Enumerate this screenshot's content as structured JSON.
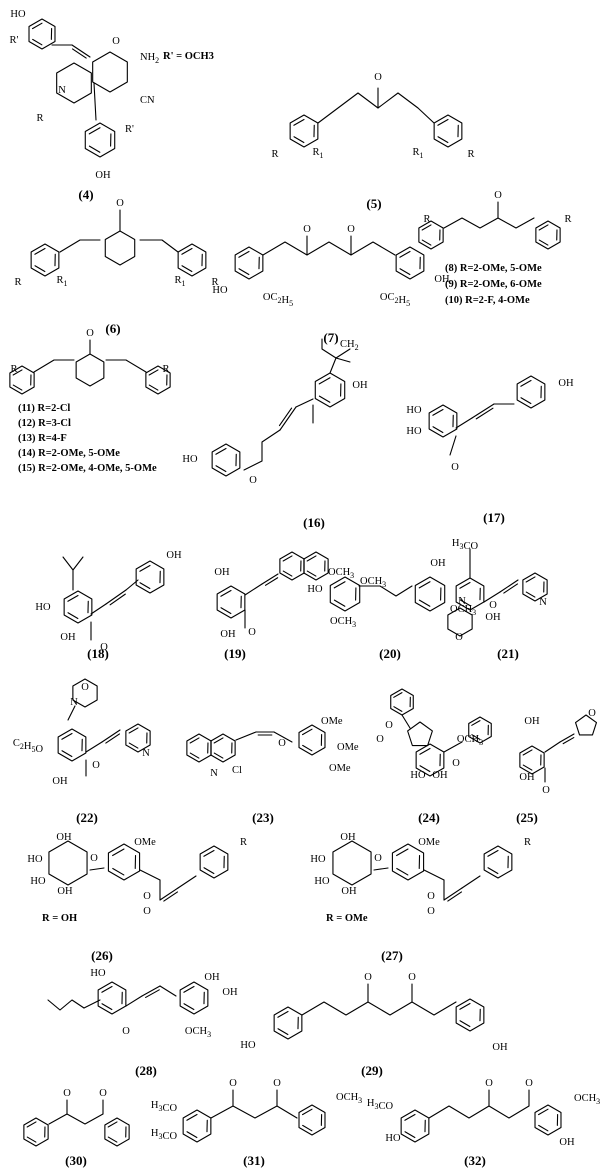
{
  "figure": {
    "compounds": [
      {
        "id": "(4)",
        "note": "R' = OCH3",
        "atoms": [
          "HO",
          "R'",
          "N",
          "R",
          "NH2",
          "O",
          "CN",
          "R'",
          "OH"
        ]
      },
      {
        "id": "(5)",
        "atoms": [
          "O",
          "R",
          "R1",
          "R1",
          "R"
        ]
      },
      {
        "id": "(6)",
        "atoms": [
          "O",
          "R",
          "R1",
          "R1",
          "R"
        ]
      },
      {
        "id": "(7)",
        "atoms": [
          "O",
          "O",
          "HO",
          "OC2H5",
          "OC2H5",
          "OH"
        ]
      },
      {
        "id": "(8)-(10)",
        "atoms": [
          "O",
          "R",
          "R"
        ],
        "variants": [
          "(8) R=2-OMe, 5-OMe",
          "(9) R=2-OMe, 6-OMe",
          "(10) R=2-F, 4-OMe"
        ]
      },
      {
        "id": "(11)-(15)",
        "atoms": [
          "O",
          "R",
          "R"
        ],
        "variants": [
          "(11) R=2-Cl",
          "(12) R=3-Cl",
          "(13) R=4-F",
          "(14) R=2-OMe, 5-OMe",
          "(15) R=2-OMe, 4-OMe, 5-OMe"
        ]
      },
      {
        "id": "(16)",
        "atoms": [
          "CH2",
          "HO",
          "OH",
          "O"
        ]
      },
      {
        "id": "(17)",
        "atoms": [
          "HO",
          "HO",
          "O",
          "OH"
        ]
      },
      {
        "id": "(18)",
        "atoms": [
          "HO",
          "OH",
          "O",
          "OH"
        ]
      },
      {
        "id": "(19)",
        "atoms": [
          "OH",
          "OH",
          "O"
        ]
      },
      {
        "id": "(20)",
        "atoms": [
          "HO",
          "OCH3",
          "OCH3",
          "OCH3",
          "OH",
          "OCH3"
        ]
      },
      {
        "id": "(21)",
        "atoms": [
          "H3CO",
          "N",
          "O",
          "OH",
          "O",
          "N"
        ]
      },
      {
        "id": "(22)",
        "atoms": [
          "N",
          "O",
          "C2H5O",
          "OH",
          "O",
          "N"
        ]
      },
      {
        "id": "(23)",
        "atoms": [
          "N",
          "Cl",
          "O",
          "OMe",
          "OMe",
          "OMe"
        ]
      },
      {
        "id": "(24)",
        "atoms": [
          "O",
          "O",
          "OCH3",
          "HO",
          "OH",
          "O"
        ]
      },
      {
        "id": "(25)",
        "atoms": [
          "OH",
          "OH",
          "O",
          "O"
        ]
      },
      {
        "id": "(26)",
        "note": "R = OH",
        "atoms": [
          "OH",
          "HO",
          "HO",
          "OH",
          "O",
          "O",
          "OMe",
          "R",
          "O"
        ]
      },
      {
        "id": "(27)",
        "note": "R = OMe",
        "atoms": [
          "OH",
          "HO",
          "HO",
          "OH",
          "O",
          "O",
          "OMe",
          "R",
          "O"
        ]
      },
      {
        "id": "(28)",
        "atoms": [
          "HO",
          "OH",
          "OH",
          "O",
          "OCH3"
        ]
      },
      {
        "id": "(29)",
        "atoms": [
          "O",
          "O",
          "HO",
          "OH"
        ]
      },
      {
        "id": "(30)",
        "atoms": [
          "O",
          "O"
        ]
      },
      {
        "id": "(31)",
        "atoms": [
          "O",
          "O",
          "H3CO",
          "H3CO",
          "OCH3"
        ]
      },
      {
        "id": "(32)",
        "atoms": [
          "O",
          "O",
          "H3CO",
          "HO",
          "OCH3",
          "OH"
        ]
      }
    ]
  }
}
